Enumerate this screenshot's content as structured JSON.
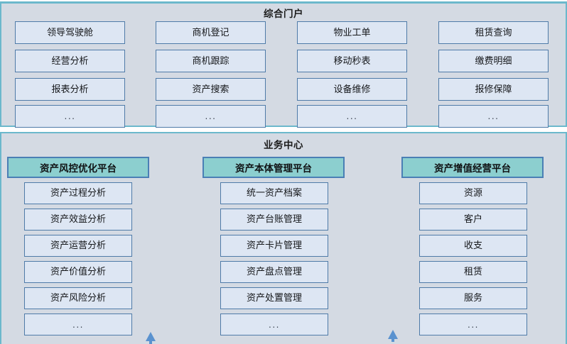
{
  "portal": {
    "title": "综合门户",
    "columns": [
      {
        "items": [
          "领导驾驶舱",
          "经营分析",
          "报表分析",
          "..."
        ]
      },
      {
        "items": [
          "商机登记",
          "商机跟踪",
          "资产搜索",
          "..."
        ]
      },
      {
        "items": [
          "物业工单",
          "移动秒表",
          "设备维修",
          "..."
        ]
      },
      {
        "items": [
          "租赁查询",
          "缴费明细",
          "报修保障",
          "..."
        ]
      }
    ]
  },
  "business": {
    "title": "业务中心",
    "platforms": [
      {
        "header": "资产风控优化平台",
        "items": [
          "资产过程分析",
          "资产效益分析",
          "资产运营分析",
          "资产价值分析",
          "资产风险分析",
          "..."
        ]
      },
      {
        "header": "资产本体管理平台",
        "items": [
          "统一资产档案",
          "资产台账管理",
          "资产卡片管理",
          "资产盘点管理",
          "资产处置管理",
          "..."
        ]
      },
      {
        "header": "资产增值经营平台",
        "items": [
          "资源",
          "客户",
          "收支",
          "租赁",
          "服务",
          "..."
        ]
      }
    ]
  },
  "colors": {
    "panel_background": "#d4dae3",
    "panel_border": "#6cb8cc",
    "tile_background": "#dde6f3",
    "tile_border": "#4f7ba8",
    "platform_header_background": "#8ccfcf",
    "platform_header_border": "#4a7fb5",
    "arrow": "#5a92cf"
  }
}
